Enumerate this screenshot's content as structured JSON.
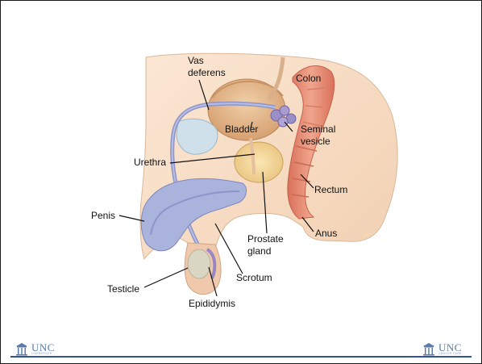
{
  "labels": {
    "vas_deferens": "Vas\ndeferens",
    "colon": "Colon",
    "bladder": "Bladder",
    "seminal_vesicle": "Seminal\nvesicle",
    "urethra": "Urethra",
    "rectum": "Rectum",
    "penis": "Penis",
    "anus": "Anus",
    "prostate_gland": "Prostate\ngland",
    "scrotum": "Scrotum",
    "testicle": "Testicle",
    "epididymis": "Epididymis"
  },
  "footer": {
    "left_logo": {
      "word": "UNC",
      "sub": "LINEBERGER"
    },
    "right_logo": {
      "word": "UNC",
      "sub": "CANCER CARE"
    }
  },
  "colors": {
    "tissue": "#f7dcc4",
    "bladder": "#e3b88e",
    "blue_structure": "#a8b2d8",
    "colon": "#e58e76",
    "prostate": "#f4d79a",
    "rule": "#2f5597"
  }
}
